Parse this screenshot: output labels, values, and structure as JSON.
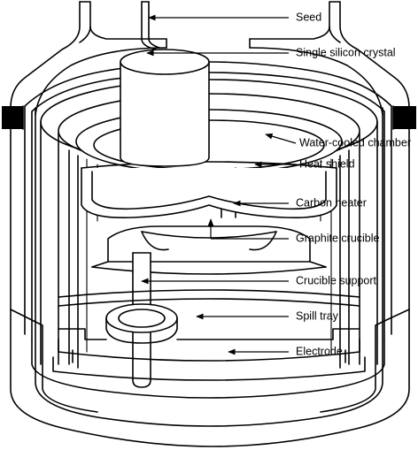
{
  "labels": {
    "seed": "Seed",
    "single_silicon_crystal": "Single silicon crystal",
    "water_cooled_chamber": "Water-cooled chamber",
    "heat_shield": "Heat shield",
    "carbon_heater": "Carbon heater",
    "graphite_crucible": "Graphite crucible",
    "crucible_support": "Crucible support",
    "spill_tray": "Spill tray",
    "electrode": "Electrode"
  },
  "colors": {
    "line": "#000000",
    "background": "#ffffff",
    "seal": "#000000"
  }
}
